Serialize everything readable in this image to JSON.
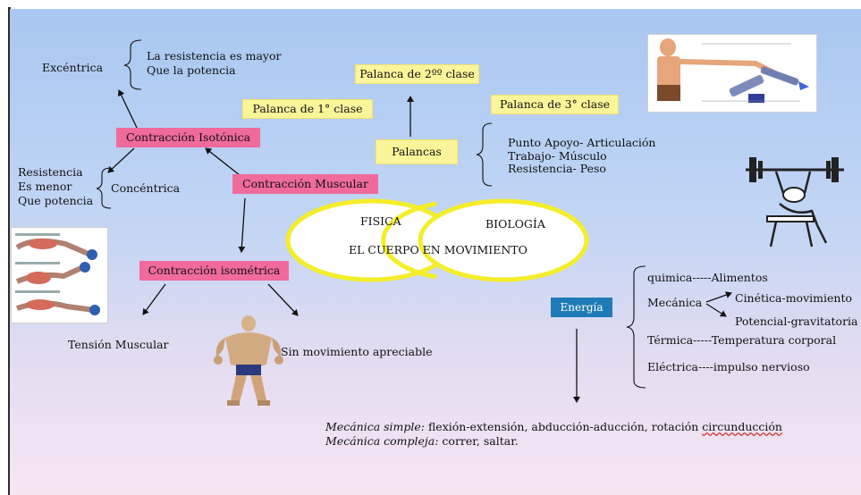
{
  "left": {
    "excentrica": "Excéntrica",
    "resist_mayor_1": "La resistencia es mayor",
    "resist_mayor_2": "Que la potencia",
    "contraccion_isotonica": "Contracción Isotónica",
    "resist_menor_1": "Resistencia",
    "resist_menor_2": "Es menor",
    "resist_menor_3": "Que  potencia",
    "concentrica": "Concéntrica",
    "contraccion_muscular": "Contracción Muscular",
    "contraccion_isometrica": "Contracción isométrica",
    "tension_muscular": "Tensión Muscular",
    "sin_movimiento": "Sin  movimiento apreciable"
  },
  "levers": {
    "palanca_1": "Palanca de  1° clase",
    "palanca_2": "Palanca de  2ºº clase",
    "palanca_3": "Palanca de 3° clase",
    "palancas": "Palancas",
    "punto_apoyo": "Punto Apoyo- Articulación",
    "trabajo": "Trabajo- Músculo",
    "resistencia_peso": "Resistencia- Peso"
  },
  "center": {
    "fisica": "FISICA",
    "biologia": "BIOLOGÍA",
    "title": "EL CUERPO  EN MOVIMIENTO"
  },
  "energy": {
    "label": "Energía",
    "quimica": "quimica-----Alimentos",
    "mecanica": "Mecánica",
    "cinetica": "Cinética-movimiento",
    "potencial": "Potencial-gravitatoria",
    "termica": "Térmica-----Temperatura corporal",
    "electrica": "Eléctrica----impulso nervioso"
  },
  "bottom": {
    "simple_label": "Mecánica simple:",
    "simple_text": " flexión-extensión, abducción-aducción, rotación ",
    "simple_last": "circunducción",
    "compleja_label": "Mecánica compleja:",
    "compleja_text": " correr, saltar."
  },
  "colors": {
    "yellow_box": "#fbf59a",
    "pink_box": "#f06a9c",
    "blue_box": "#1f7bb8",
    "ellipse_border": "#f4ee2a"
  }
}
